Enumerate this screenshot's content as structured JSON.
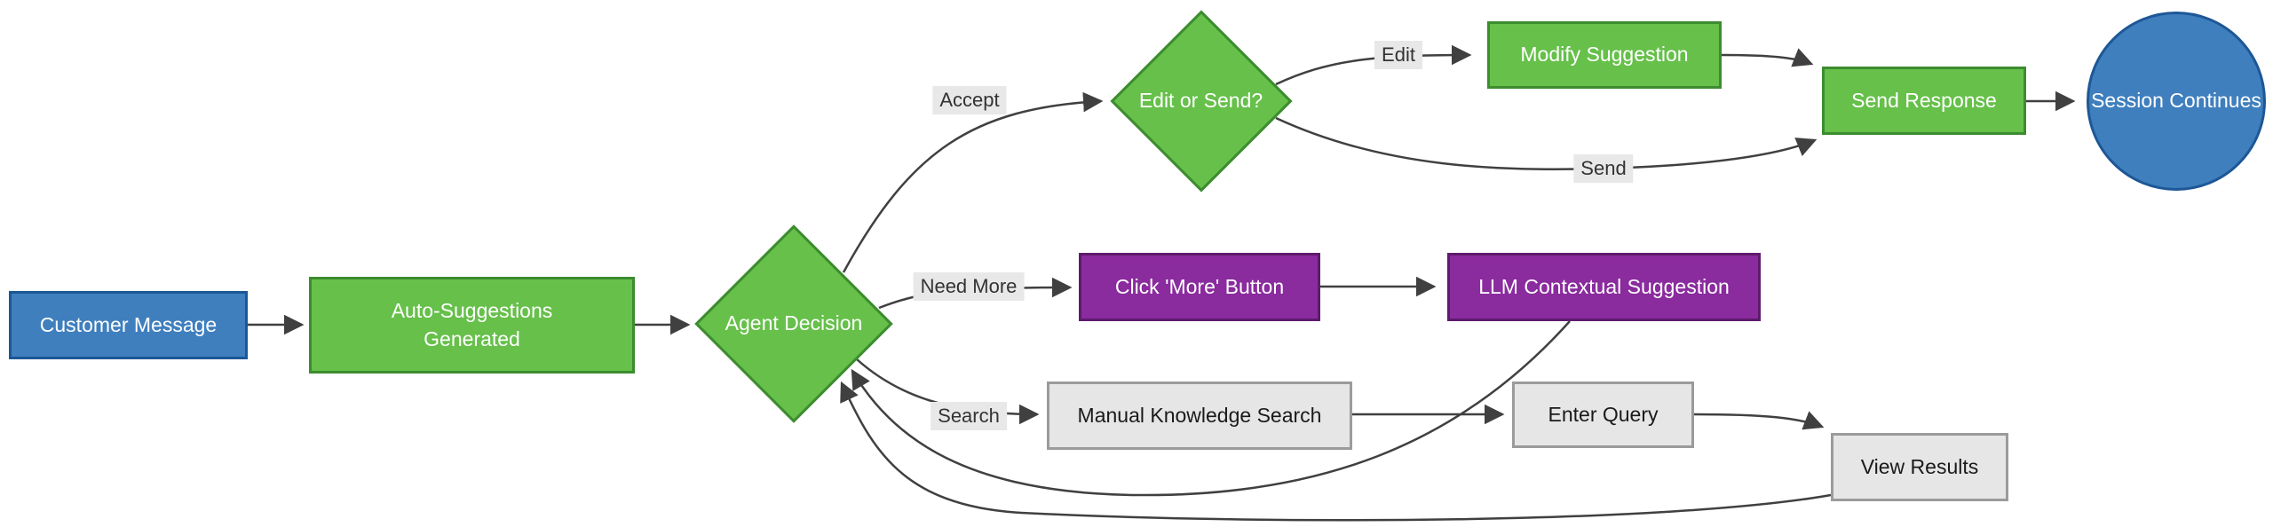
{
  "diagram": {
    "type": "flowchart",
    "direction": "left-to-right",
    "nodes": [
      {
        "id": "customer-message",
        "label": "Customer Message",
        "shape": "rectangle",
        "color": "blue"
      },
      {
        "id": "auto-suggestions",
        "label": "Auto-Suggestions\nGenerated",
        "shape": "rectangle",
        "color": "green"
      },
      {
        "id": "agent-decision",
        "label": "Agent Decision",
        "shape": "diamond",
        "color": "green"
      },
      {
        "id": "edit-or-send",
        "label": "Edit or Send?",
        "shape": "diamond",
        "color": "green"
      },
      {
        "id": "modify-suggestion",
        "label": "Modify Suggestion",
        "shape": "rectangle",
        "color": "green"
      },
      {
        "id": "send-response",
        "label": "Send Response",
        "shape": "rectangle",
        "color": "green"
      },
      {
        "id": "session-continues",
        "label": "Session Continues",
        "shape": "circle",
        "color": "blue"
      },
      {
        "id": "click-more-button",
        "label": "Click 'More' Button",
        "shape": "rectangle",
        "color": "purple"
      },
      {
        "id": "llm-contextual-suggestion",
        "label": "LLM Contextual Suggestion",
        "shape": "rectangle",
        "color": "purple"
      },
      {
        "id": "manual-knowledge-search",
        "label": "Manual Knowledge Search",
        "shape": "rectangle",
        "color": "gray"
      },
      {
        "id": "enter-query",
        "label": "Enter Query",
        "shape": "rectangle",
        "color": "gray"
      },
      {
        "id": "view-results",
        "label": "View Results",
        "shape": "rectangle",
        "color": "gray"
      }
    ],
    "edges": [
      {
        "from": "customer-message",
        "to": "auto-suggestions",
        "label": ""
      },
      {
        "from": "auto-suggestions",
        "to": "agent-decision",
        "label": ""
      },
      {
        "from": "agent-decision",
        "to": "edit-or-send",
        "label": "Accept"
      },
      {
        "from": "edit-or-send",
        "to": "modify-suggestion",
        "label": "Edit"
      },
      {
        "from": "modify-suggestion",
        "to": "send-response",
        "label": ""
      },
      {
        "from": "edit-or-send",
        "to": "send-response",
        "label": "Send"
      },
      {
        "from": "send-response",
        "to": "session-continues",
        "label": ""
      },
      {
        "from": "agent-decision",
        "to": "click-more-button",
        "label": "Need More"
      },
      {
        "from": "click-more-button",
        "to": "llm-contextual-suggestion",
        "label": ""
      },
      {
        "from": "llm-contextual-suggestion",
        "to": "agent-decision",
        "label": ""
      },
      {
        "from": "agent-decision",
        "to": "manual-knowledge-search",
        "label": "Search"
      },
      {
        "from": "manual-knowledge-search",
        "to": "enter-query",
        "label": ""
      },
      {
        "from": "enter-query",
        "to": "view-results",
        "label": ""
      },
      {
        "from": "view-results",
        "to": "agent-decision",
        "label": ""
      }
    ],
    "colors": {
      "blue_fill": "#3f7fbe",
      "blue_stroke": "#1d5796",
      "green_fill": "#66c04a",
      "green_stroke": "#3d8c30",
      "purple_fill": "#8a2b9e",
      "purple_stroke": "#5f1b6d",
      "gray_fill": "#e6e6e6",
      "gray_stroke": "#9b9b9b",
      "edge": "#404040",
      "label_bg": "#e8e8e8"
    }
  }
}
